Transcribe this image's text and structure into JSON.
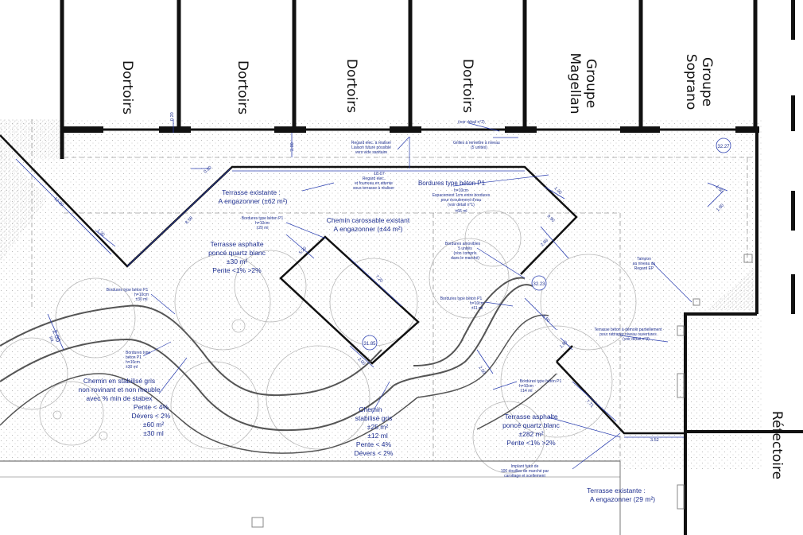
{
  "rooms": {
    "dortoirs": "Dortoirs",
    "groupe_magellan": [
      "Groupe",
      "Magellan"
    ],
    "groupe_soprano": [
      "Groupe",
      "Soprano"
    ],
    "refectoire": "Réfectoire"
  },
  "levels": {
    "l1": "32.27",
    "l2": "31.85",
    "l3": "32.23"
  },
  "dimensions": {
    "d_020a": "0.20",
    "d_200a": "2.00",
    "d_020b": "0.20",
    "d_1807": "18.07",
    "d_858": "8.58",
    "d_1230": "12.30",
    "d_130a": "1.30",
    "d_130b": "1.30",
    "d_150": "1.50",
    "d_180": "1.80",
    "d_990": "9.90",
    "d_720": "7.20",
    "d_520": "5.20",
    "d_280": "2.80",
    "d_200b": "2.00",
    "d_250": "2.50",
    "d_550": "5.50",
    "d_180b": "1.80",
    "d_771": "7.71",
    "d_352": "3.52",
    "d_200c": "2.00",
    "d_200c_int": "int."
  },
  "annotations": {
    "detail2": "(voir détail n°2)",
    "grilles": [
      "Grilles à remettre à niveau",
      "(5 unités)"
    ],
    "regard_elec": [
      "Regard elec. à réaliser",
      "Liaison future possible",
      "vers vide sanitaire"
    ],
    "regard_elec2": [
      "Regard elec.",
      "et fourreau en attente",
      "sous terrasse à réaliser"
    ],
    "terrasse_existante1": [
      "Terrasse existante :",
      "A engazonner (±62 m²)"
    ],
    "bordures_p1_top": [
      "Bordures type béton P1",
      "h=10cm",
      "Espacement 1cm entre bordures",
      "pour écoulement d'eau",
      "(voir détail n°1)",
      "±66 ml"
    ],
    "bordures_p1_a": [
      "Bordures type béton P1",
      "h=10cm",
      "±20 ml"
    ],
    "chemin_carrossable": [
      "Chemin carossable existant",
      "A engazonner (±44 m²)"
    ],
    "terrasse_asphalte1": [
      "Terrasse asphalte",
      "poncé quartz blanc",
      "±30 m²",
      "Pente <1% >2%"
    ],
    "bordures_amovibles": [
      "Bordures amovibles",
      "5 unités",
      "(non compris",
      "dans le marché)"
    ],
    "bordures_p1_b": [
      "Bordures type béton P1",
      "h=10cm",
      "±11 ml"
    ],
    "tampon": [
      "Tampon",
      "au niveau du",
      "Regard EP"
    ],
    "bordures_p1_c": [
      "Bordures type béton P1",
      "h=10cm",
      "±30 ml"
    ],
    "bordures_type": [
      "Bordures type",
      "béton P1",
      "h=10cm",
      "±30 ml"
    ],
    "chemin_stabilise_gris": [
      "Chemin en stabilisé gris",
      "non rovinant et non meuble",
      "avec % min de stabex",
      "Pente < 4%",
      "Dévers < 2%",
      "±60 m²",
      "±30 ml"
    ],
    "chemin_stabilise": [
      "Chemin",
      "stabilisé gris",
      "±25 m²",
      "±12 ml",
      "Pente < 4%",
      "Dévers < 2%"
    ],
    "terrasse_beton": [
      "Terrasse béton à démolir partiellement",
      "pour rattraper niveau ouvertures",
      "(voir détail n°3)"
    ],
    "bordures_p1_d": [
      "Bordures type béton P1",
      "h=10cm",
      "±14 ml"
    ],
    "terrasse_asphalte2": [
      "Terrasse asphalte",
      "poncé quartz blanc",
      "±282 m²",
      "Pente <1% >2%"
    ],
    "implant": [
      "Implant futur de",
      "100 douilles de marché par",
      "carottage et scellement"
    ],
    "terrasse_existante2": [
      "Terrasse existante :",
      "A engazonner (29 m²)"
    ]
  }
}
